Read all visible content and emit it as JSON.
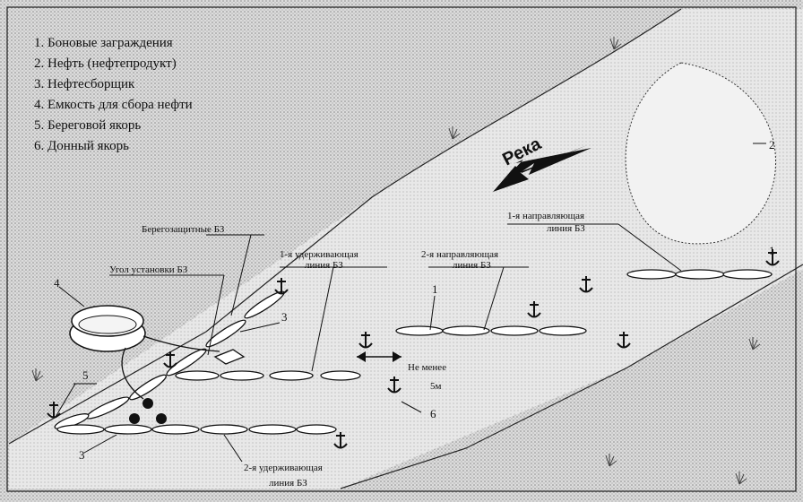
{
  "legend": [
    "1. Боновые заграждения",
    "2. Нефть (нефтепродукт)",
    "3. Нефтесборщик",
    "4. Емкость для сбора нефти",
    "5. Береговой якорь",
    "6. Донный якорь"
  ],
  "labels": {
    "river": "Река",
    "shore_bz": "Берегозащитные БЗ",
    "angle": "Угол установки БЗ",
    "hold1_a": "1-я удерживающая",
    "hold1_b": "линия БЗ",
    "guide2_a": "2-я направляющая",
    "guide2_b": "линия БЗ",
    "guide1_a": "1-я направляющая",
    "guide1_b": "линия БЗ",
    "min_a": "Не менее",
    "min_b": "5м",
    "hold2_a": "2-я удерживающая",
    "hold2_b": "линия БЗ"
  },
  "numbers": {
    "n1": "1",
    "n1b": "1",
    "n2": "2",
    "n3": "3",
    "n3b": "3",
    "n4": "4",
    "n5": "5",
    "n6": "6"
  }
}
